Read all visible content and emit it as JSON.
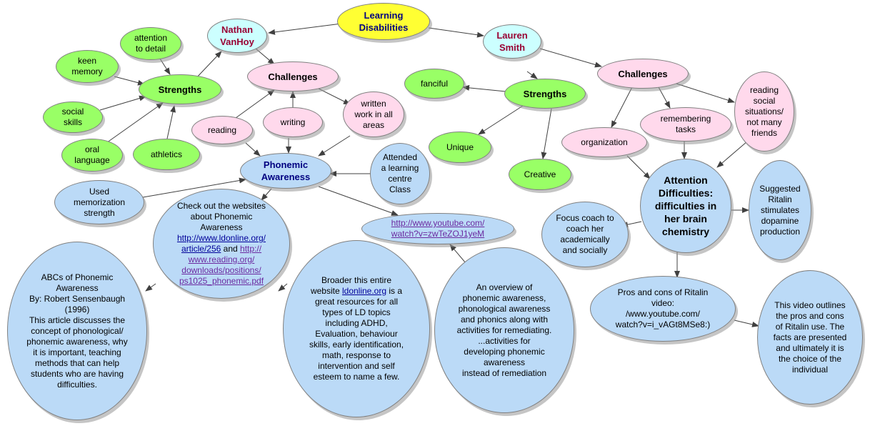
{
  "nodes": {
    "learning_disabilities": "Learning\nDisabilities",
    "nathan": "Nathan\nVanHoy",
    "lauren": "Lauren\nSmith",
    "strengths_left": "Strengths",
    "challenges_left": "Challenges",
    "attention_to_detail": "attention\nto detail",
    "keen_memory": "keen\nmemory",
    "social_skills": "social\nskills",
    "oral_language": "oral\nlanguage",
    "athletics": "athletics",
    "reading": "reading",
    "writing": "writing",
    "written_work": "written\nwork in all\nareas",
    "phonemic_awareness": "Phonemic\nAwareness",
    "attended_centre": "Attended\na learning\ncentre\nClass",
    "used_memorization": "Used\nmemorization\nstrength",
    "websites_intro": "Check out the websites\nabout Phonemic\nAwareness",
    "websites_link1": "http://www.ldonline.org/\narticle/256",
    "websites_and": " and ",
    "websites_link2": "http://\nwww.reading.org/\ndownloads/positions/\nps1025_phonemic.pdf",
    "abcs": "ABCs of Phonemic\nAwareness\nBy: Robert Sensenbaugh\n(1996)\nThis article discusses the\nconcept of phonological/\nphonemic awareness, why\nit is important, teaching\nmethods that can help\nstudents who are having\ndifficulties.",
    "broader_pre": "Broader this entire\nwebsite ",
    "broader_link": "ldonline.org",
    "broader_post": " is a\ngreat resources for all\ntypes of LD topics\nincluding ADHD,\nEvaluation, behaviour\nskills, early identification,\nmath, response to\nintervention and self\nesteem to name a few.",
    "youtube_link": "http://www.youtube.com/\nwatch?v=zwTeZOJ1yeM",
    "overview": "An overview of\nphonemic awareness,\nphonological awareness\nand phonics along with\nactivities for remediating.\n...activities for\ndeveloping phonemic\nawareness\ninstead of remediation",
    "fanciful": "fanciful",
    "strengths_right": "Strengths",
    "unique": "Unique",
    "creative": "Creative",
    "challenges_right": "Challenges",
    "remembering_tasks": "remembering\ntasks",
    "organization": "organization",
    "reading_social": "reading\nsocial\nsituations/\nnot many\nfriends",
    "attention_difficulties": "Attention\nDifficulties:\ndifficulties in\nher brain\nchemistry",
    "suggested_ritalin": "Suggested\nRitalin\nstimulates\ndopamine\nproduction",
    "focus_coach": "Focus coach to\ncoach her\nacademically\nand socially",
    "pros_cons": "Pros and cons of Ritalin\nvideo:\n/www.youtube.com/\nwatch?v=i_vAGt8MSe8:)",
    "video_outlines": "This video outlines\nthe pros and cons\nof Ritalin use. The\nfacts are presented\nand ultimately it is\nthe choice of the\nindividual"
  }
}
